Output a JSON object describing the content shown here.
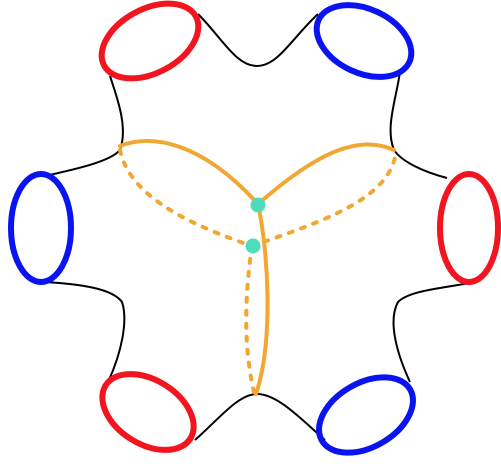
{
  "diagram": {
    "colors": {
      "background": "#ffffff",
      "surface_outline": "#000000",
      "boundary_red": "#f2141e",
      "boundary_blue": "#0a14f0",
      "curve_orange": "#f2a733",
      "vertex_teal": "#4fdcbc"
    },
    "boundary_components": [
      {
        "name": "top-left",
        "color": "red"
      },
      {
        "name": "top-right",
        "color": "blue"
      },
      {
        "name": "right",
        "color": "red"
      },
      {
        "name": "bottom-right",
        "color": "blue"
      },
      {
        "name": "bottom-left",
        "color": "red"
      },
      {
        "name": "left",
        "color": "blue"
      }
    ],
    "vertices": [
      {
        "name": "front-vertex"
      },
      {
        "name": "back-vertex"
      }
    ],
    "orange_arcs": {
      "front_count": 3,
      "back_count": 3,
      "front_style": "solid",
      "back_style": "dotted"
    }
  }
}
